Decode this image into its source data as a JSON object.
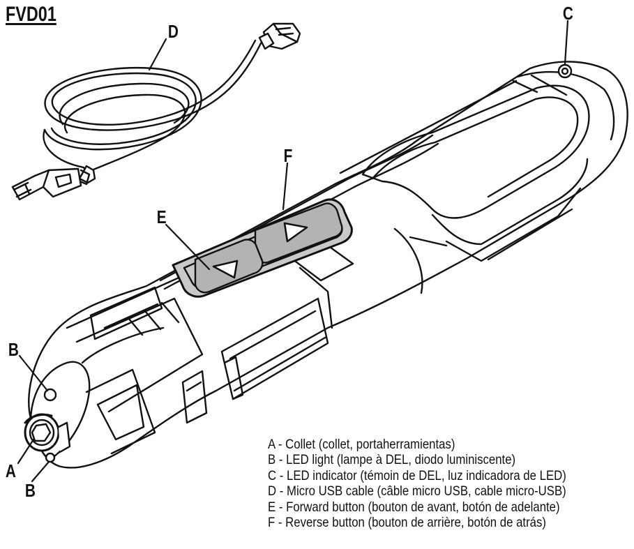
{
  "model": "FVD01",
  "callouts": {
    "a": "A",
    "b_top": "B",
    "b_bottom": "B",
    "c": "C",
    "d": "D",
    "e": "E",
    "f": "F"
  },
  "legend": [
    "A - Collet (collet, portaherramientas)",
    "B - LED light (lampe à DEL, diodo luminiscente)",
    "C - LED indicator (témoin de DEL, luz indicadora de LED)",
    "D - Micro USB cable (câble micro USB, cable micro-USB)",
    "E - Forward button (bouton de avant, botón de adelante)",
    "F - Reverse button (bouton de arrière, botón de atrás)"
  ],
  "colors": {
    "line": "#111111",
    "button_panel": "#c9c9c9",
    "button_face": "#b3b3b3",
    "background": "#ffffff"
  }
}
